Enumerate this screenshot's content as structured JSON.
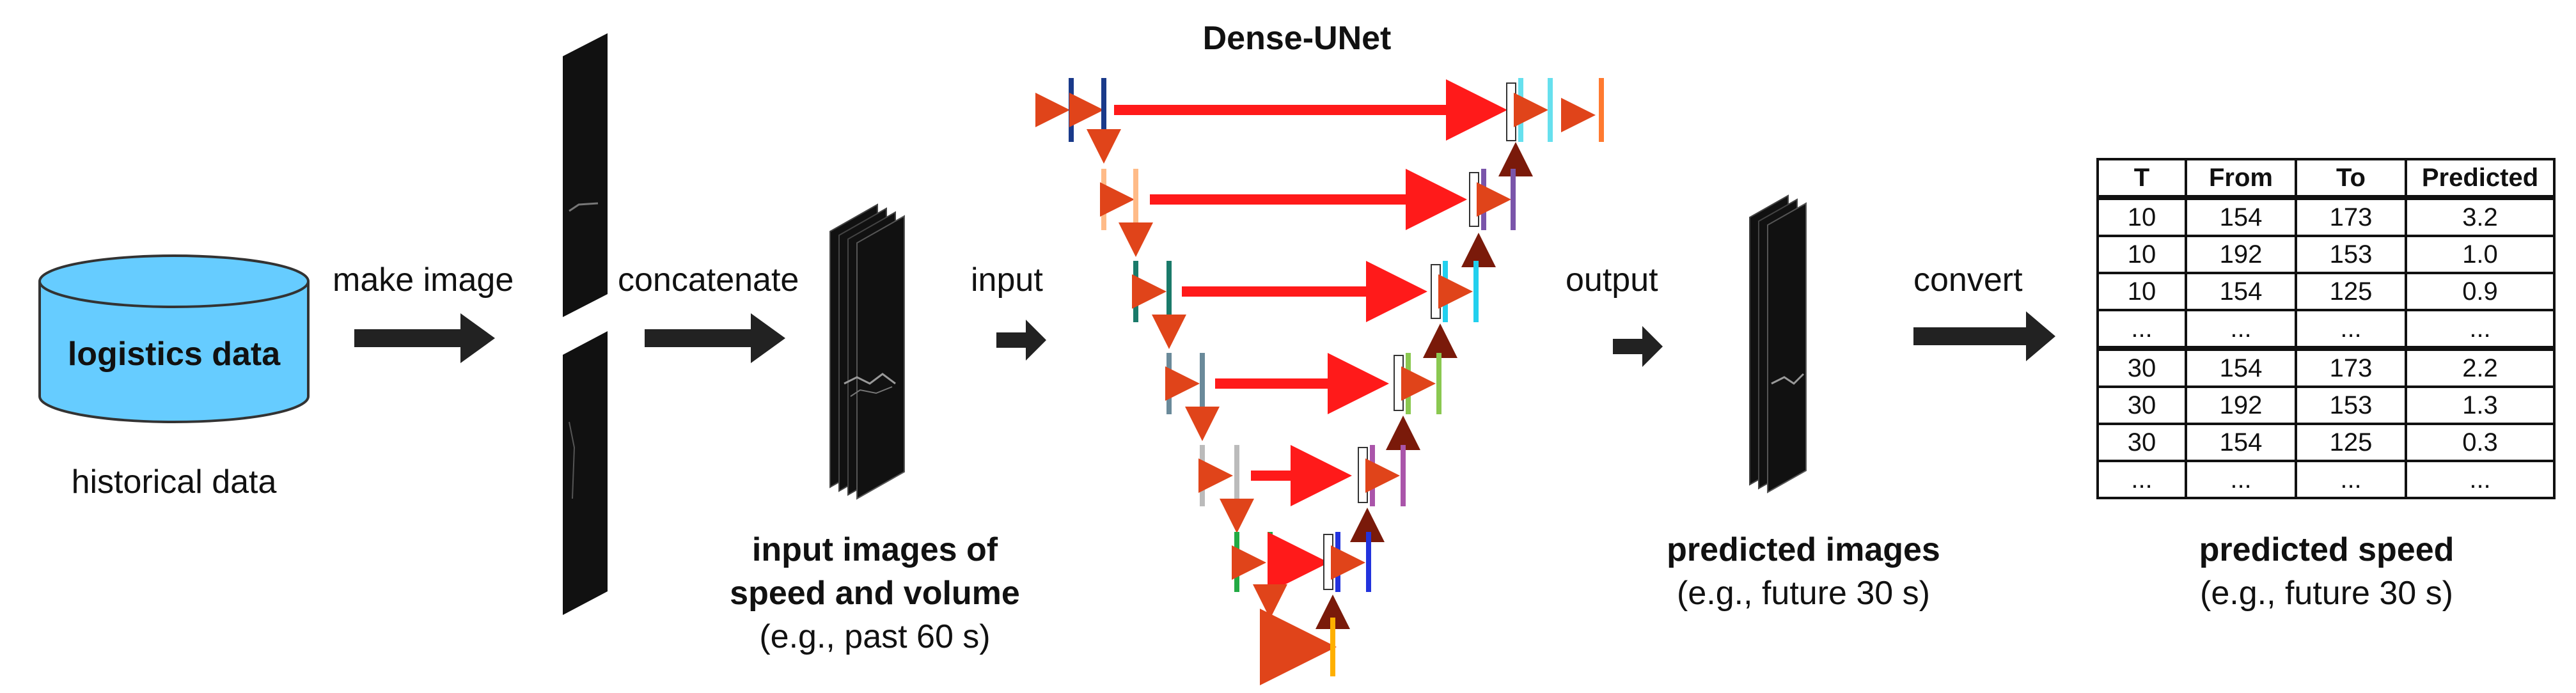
{
  "cylinder": {
    "label": "logistics data",
    "caption": "historical data",
    "color": "#66ccff"
  },
  "steps": {
    "make_image": "make image",
    "concatenate": "concatenate",
    "input": "input",
    "output": "output",
    "convert": "convert"
  },
  "network": {
    "title": "Dense-UNet"
  },
  "captions": {
    "input_title_line1": "input images of",
    "input_title_line2": "speed and volume",
    "input_sub": "(e.g., past 60 s)",
    "pred_images_title": "predicted images",
    "pred_images_sub": "(e.g., future 30 s)",
    "pred_speed_title": "predicted speed",
    "pred_speed_sub": "(e.g., future 30 s)"
  },
  "table": {
    "headers": [
      "T",
      "From",
      "To",
      "Predicted"
    ],
    "rows": [
      [
        "10",
        "154",
        "173",
        "3.2"
      ],
      [
        "10",
        "192",
        "153",
        "1.0"
      ],
      [
        "10",
        "154",
        "125",
        "0.9"
      ],
      [
        "...",
        "...",
        "...",
        "..."
      ],
      [
        "30",
        "154",
        "173",
        "2.2"
      ],
      [
        "30",
        "192",
        "153",
        "1.3"
      ],
      [
        "30",
        "154",
        "125",
        "0.3"
      ],
      [
        "...",
        "...",
        "...",
        "..."
      ]
    ]
  },
  "colors": {
    "skip_arrow": "#ff1a1a",
    "down_arrow": "#e0441a",
    "up_arrow": "#7a1a0a",
    "pink_arrow": "#ff55cc",
    "bottom_arrow": "#7a3aaa",
    "block_arrow": "#222222"
  }
}
